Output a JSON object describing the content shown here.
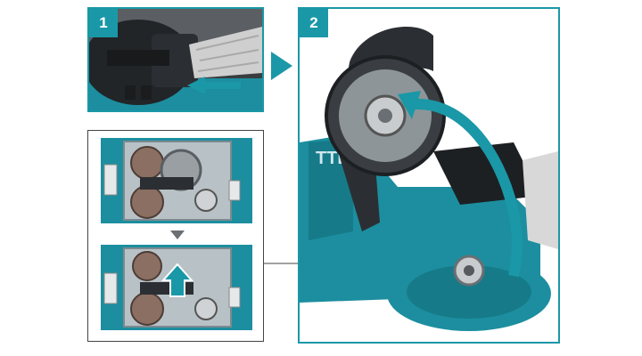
{
  "steps": [
    {
      "number": "1"
    },
    {
      "number": "2"
    }
  ],
  "colors": {
    "accent": "#1a98a7",
    "tool_body": "#1c8e9f",
    "guard_dark": "#2b2f33",
    "metal": "#c9ccce",
    "frame": "#444444"
  },
  "icons": {
    "next_step": "chevron-right-icon",
    "sequence_down": "triangle-down-icon",
    "push_up": "arrow-up-icon",
    "rotate": "curved-arrow-icon",
    "press": "arrow-left-icon"
  },
  "watermark": {
    "text": "TTL"
  }
}
